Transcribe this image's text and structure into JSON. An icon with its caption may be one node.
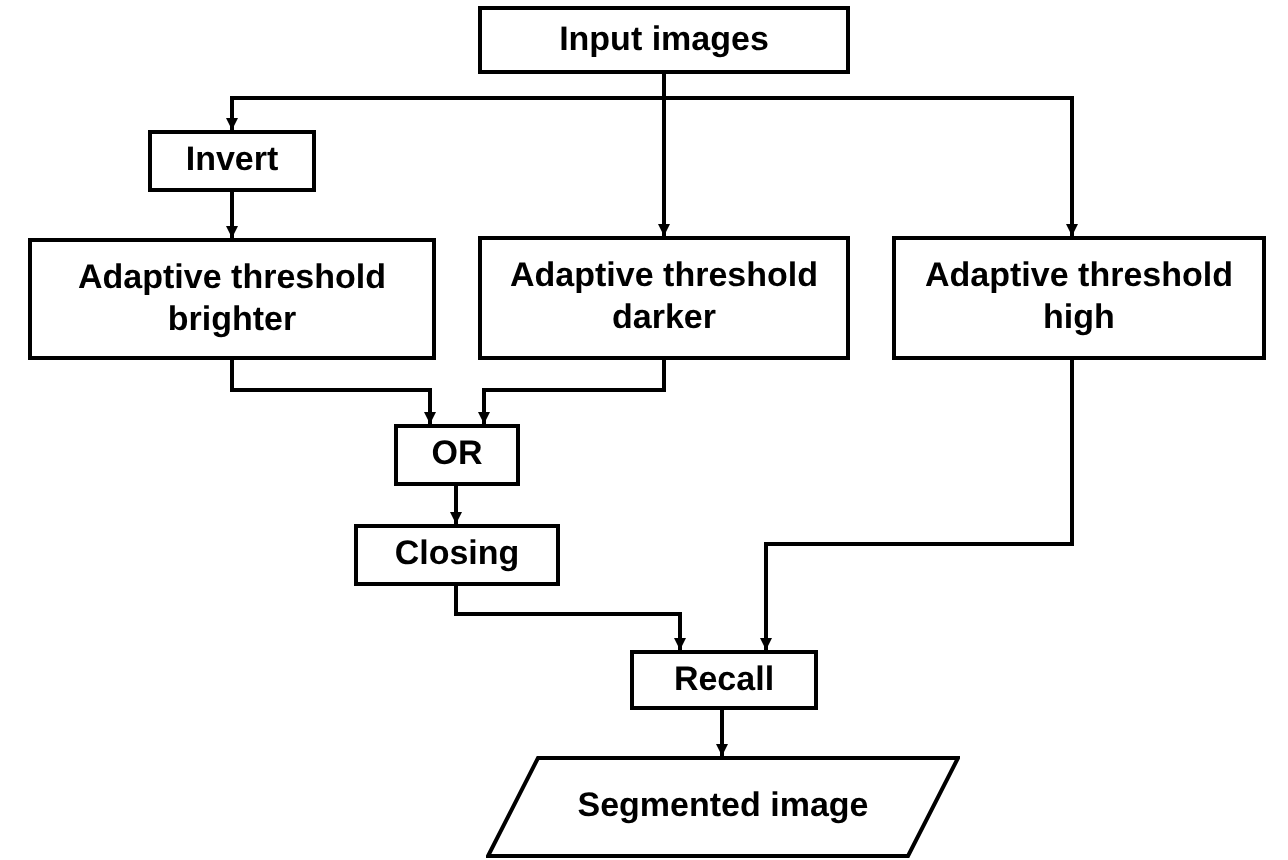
{
  "diagram": {
    "nodes": [
      {
        "text": [
          "Input images"
        ]
      },
      {
        "text": [
          "Invert"
        ]
      },
      {
        "text": [
          "Adaptive threshold brighter"
        ]
      },
      {
        "text": [
          "Adaptive threshold darker"
        ]
      },
      {
        "text": [
          "Adaptive threshold high"
        ]
      },
      {
        "text": [
          "OR"
        ]
      },
      {
        "text": [
          "Closing"
        ]
      },
      {
        "text": [
          "Recall"
        ]
      },
      {
        "text": [
          "Segmented image"
        ]
      }
    ],
    "edges": [
      {
        "from": 0,
        "to": 1,
        "arrow": "to"
      },
      {
        "from": 0,
        "to": 3,
        "arrow": "to"
      },
      {
        "from": 0,
        "to": 4,
        "arrow": "to"
      },
      {
        "from": 1,
        "to": 2,
        "arrow": "to"
      },
      {
        "from": 2,
        "to": 5,
        "arrow": "to"
      },
      {
        "from": 3,
        "to": 5,
        "arrow": "to"
      },
      {
        "from": 5,
        "to": 6,
        "arrow": "to"
      },
      {
        "from": 6,
        "to": 7,
        "arrow": "to"
      },
      {
        "from": 4,
        "to": 7,
        "arrow": "to"
      },
      {
        "from": 7,
        "to": 8,
        "arrow": "to"
      }
    ]
  }
}
